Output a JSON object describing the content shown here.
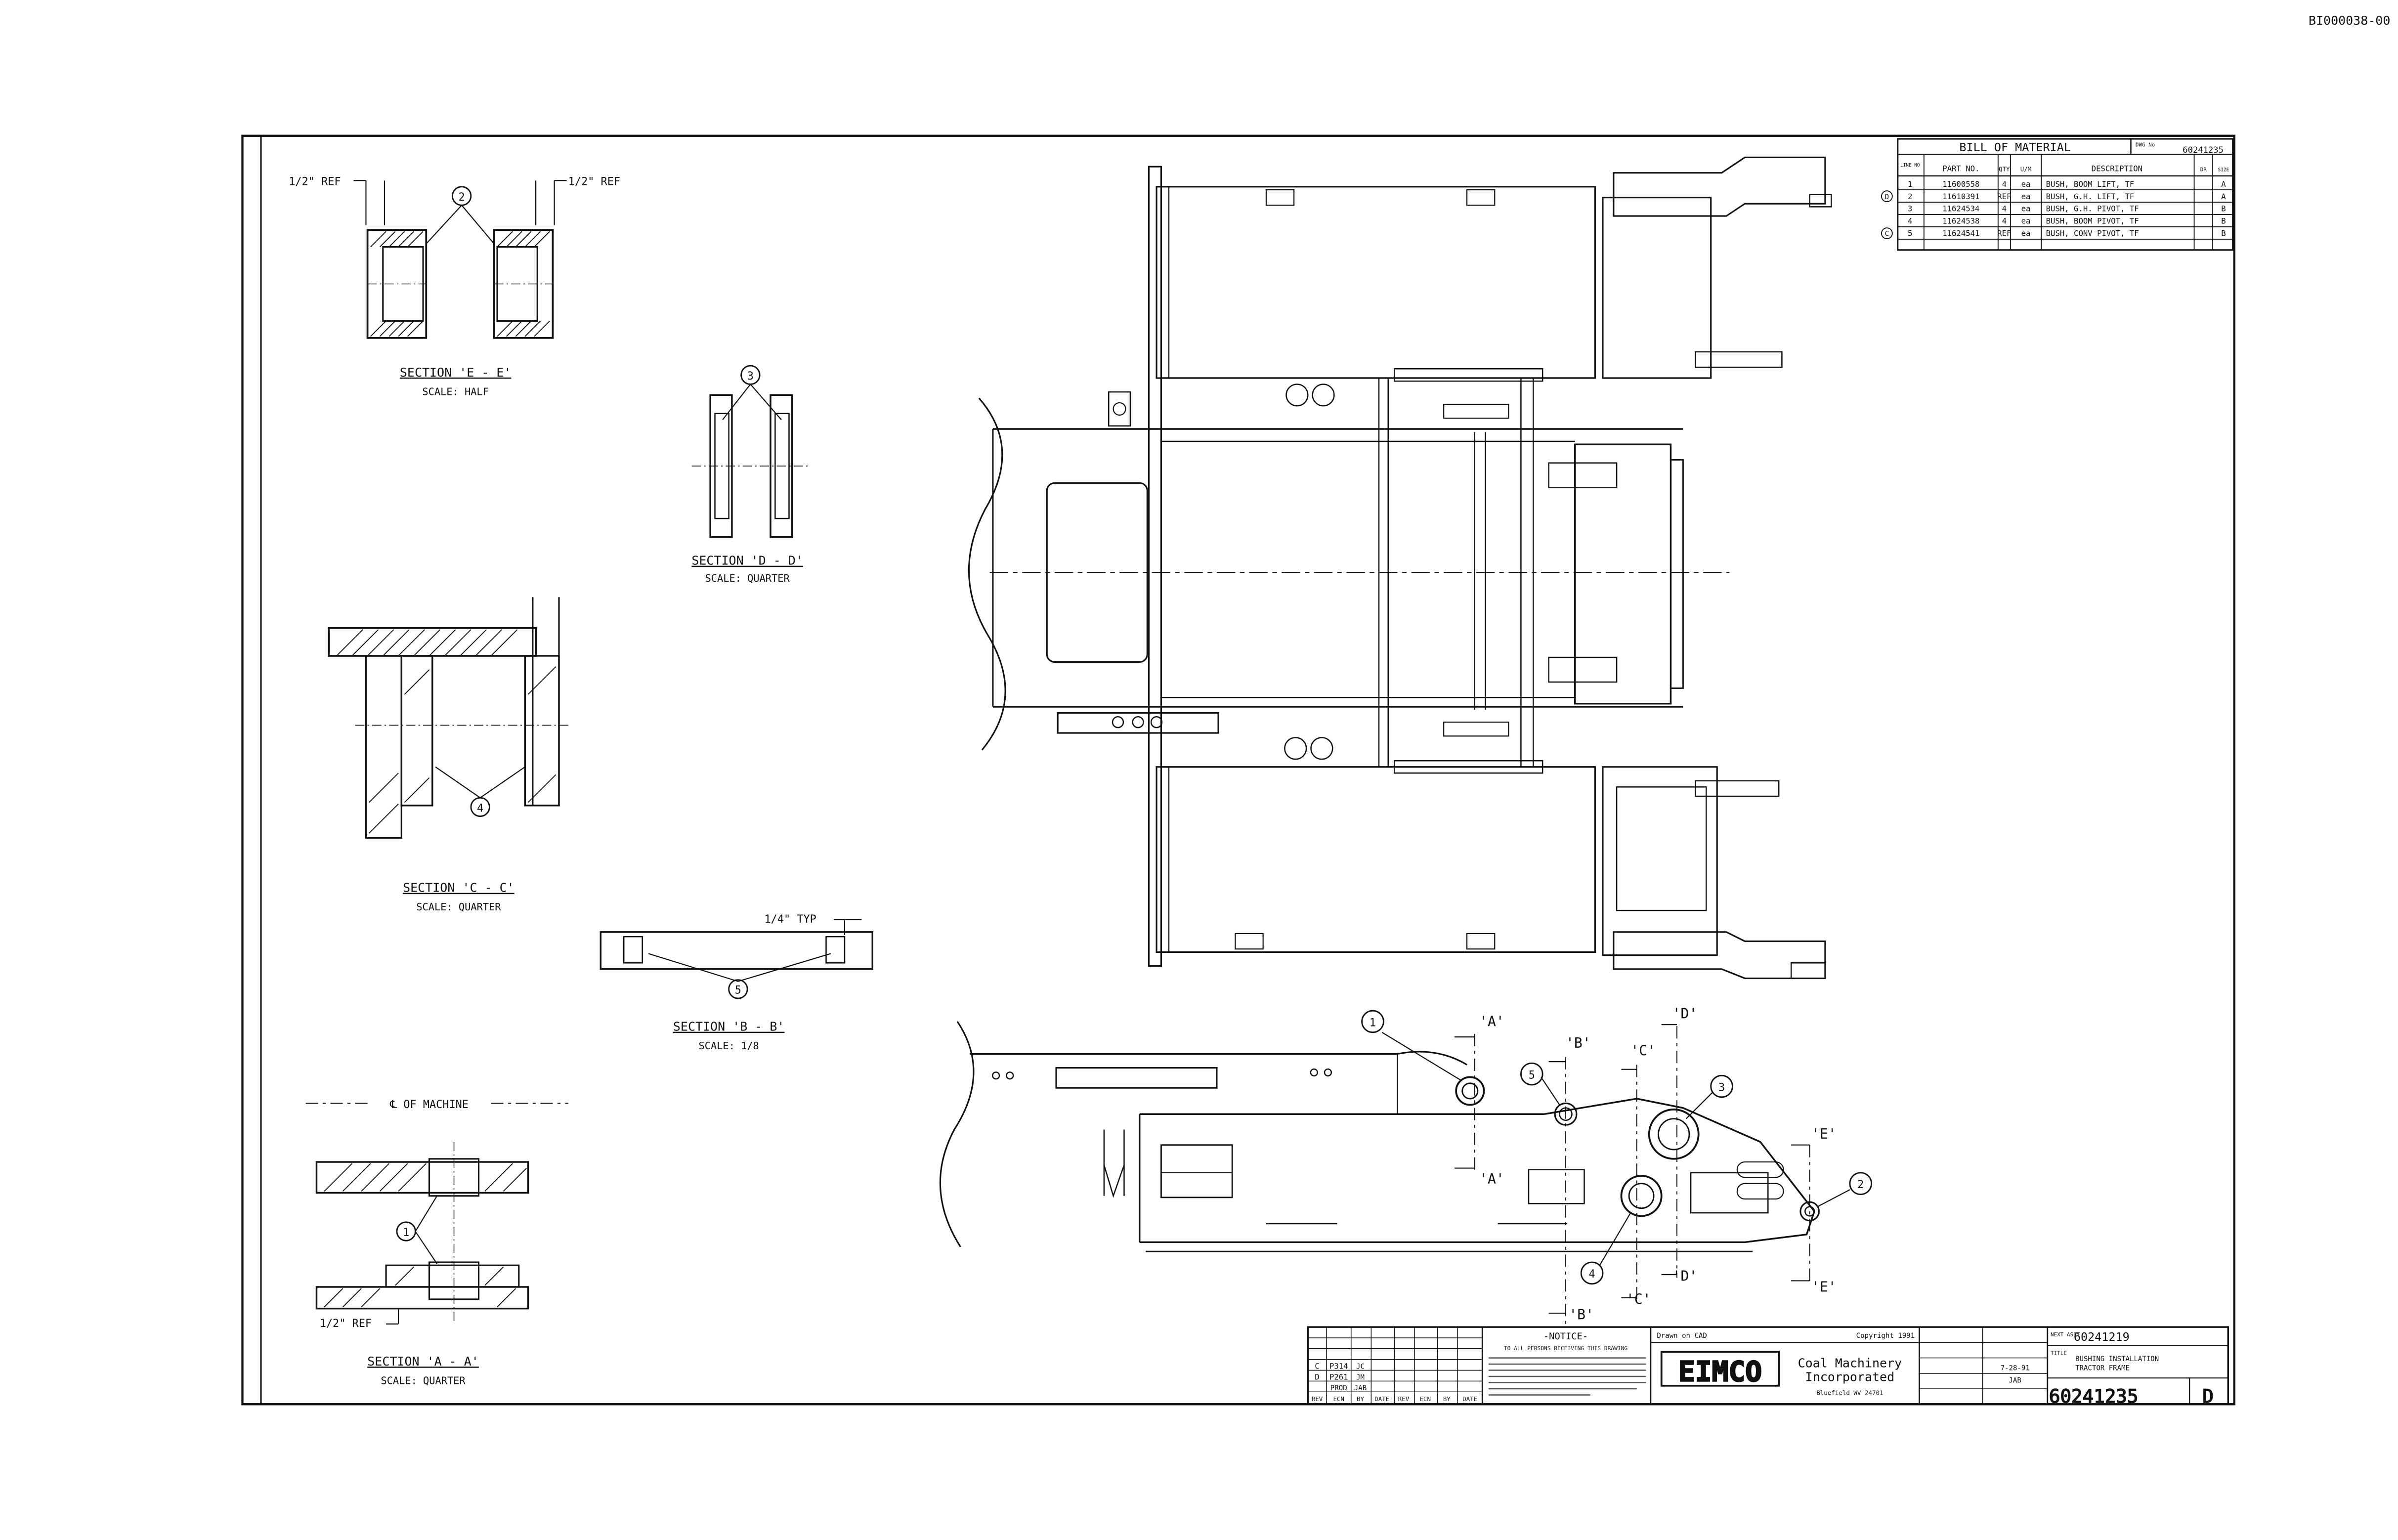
{
  "doc_id": "BI000038-00",
  "bom": {
    "title": "BILL OF MATERIAL",
    "dwg_no_label": "DWG No",
    "dwg_no": "60241235",
    "headers": [
      "LINE NO",
      "PART NO.",
      "QTY",
      "U/M",
      "DESCRIPTION",
      "DR",
      "SIZE"
    ],
    "rows": [
      {
        "rev": "",
        "line": "1",
        "part": "11600558",
        "qty": "4",
        "um": "ea",
        "desc": "BUSH, BOOM LIFT, TF",
        "dr": "",
        "size": "A"
      },
      {
        "rev": "D",
        "line": "2",
        "part": "11610391",
        "qty": "REF",
        "um": "ea",
        "desc": "BUSH, G.H. LIFT, TF",
        "dr": "",
        "size": "A"
      },
      {
        "rev": "",
        "line": "3",
        "part": "11624534",
        "qty": "4",
        "um": "ea",
        "desc": "BUSH, G.H. PIVOT, TF",
        "dr": "",
        "size": "B"
      },
      {
        "rev": "",
        "line": "4",
        "part": "11624538",
        "qty": "4",
        "um": "ea",
        "desc": "BUSH, BOOM PIVOT, TF",
        "dr": "",
        "size": "B"
      },
      {
        "rev": "C",
        "line": "5",
        "part": "11624541",
        "qty": "REF",
        "um": "ea",
        "desc": "BUSH, CONV PIVOT, TF",
        "dr": "",
        "size": "B"
      }
    ]
  },
  "sections": {
    "ee": {
      "title": "SECTION 'E - E'",
      "scale": "SCALE: HALF",
      "ref_left": "1/2\" REF",
      "ref_right": "1/2\" REF",
      "balloon": "2"
    },
    "dd": {
      "title": "SECTION 'D - D'",
      "scale": "SCALE: QUARTER",
      "balloon": "3"
    },
    "cc": {
      "title": "SECTION 'C - C'",
      "scale": "SCALE: QUARTER",
      "balloon": "4"
    },
    "bb": {
      "title": "SECTION 'B - B'",
      "scale": "SCALE: 1/8",
      "typ": "1/4\" TYP",
      "balloon": "5"
    },
    "aa": {
      "title": "SECTION 'A - A'",
      "scale": "SCALE: QUARTER",
      "ref": "1/2\" REF",
      "balloon": "1",
      "centerline": "℄ OF MACHINE"
    }
  },
  "side_view": {
    "balloons": [
      "1",
      "5",
      "3",
      "2",
      "4"
    ],
    "cut_labels": [
      "'A'",
      "'A'",
      "'B'",
      "'B'",
      "'C'",
      "'C'",
      "'D'",
      "'D'",
      "'E'",
      "'E'"
    ]
  },
  "title_block": {
    "rev_rows": [
      {
        "rev": "C",
        "ecn": "P314",
        "by": "JC",
        "date": ""
      },
      {
        "rev": "D",
        "ecn": "P261",
        "by": "JM",
        "date": ""
      },
      {
        "rev": "",
        "ecn": "PROD",
        "by": "JAB",
        "date": ""
      }
    ],
    "rev_headers": [
      "REV",
      "ECN",
      "BY",
      "DATE",
      "REV",
      "ECN",
      "BY",
      "DATE"
    ],
    "notice_title": "-NOTICE-",
    "notice_text": "TO ALL PERSONS RECEIVING THIS DRAWING",
    "drawn_on": "Drawn on CAD",
    "copyright": "Copyright 1991",
    "company_logo": "EIMCO",
    "company_name_1": "Coal Machinery",
    "company_name_2": "Incorporated",
    "company_city": "Bluefield WV 24701",
    "next_assy_label": "NEXT ASSY",
    "next_assy": "60241219",
    "title_label": "TITLE",
    "title_1": "BUSHING INSTALLATION",
    "title_2": "TRACTOR FRAME",
    "dwg_no": "60241235",
    "rev": "D",
    "date": "7-28-91",
    "drawn": "JAB"
  }
}
